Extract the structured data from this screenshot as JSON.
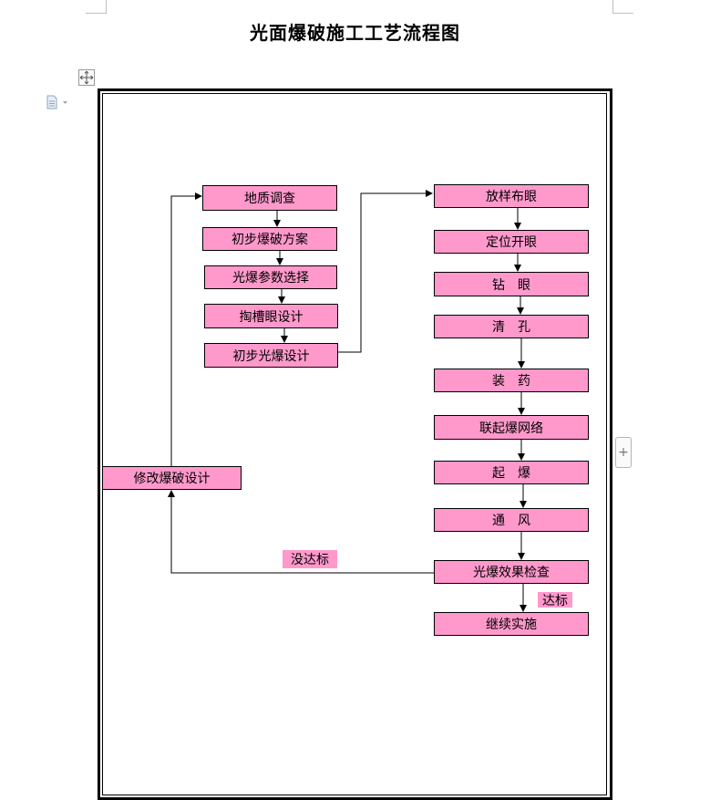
{
  "document": {
    "title": "光面爆破施工工艺流程图"
  },
  "flowchart": {
    "left_column": [
      "地质调查",
      "初步爆破方案",
      "光爆参数选择",
      "掏槽眼设计",
      "初步光爆设计"
    ],
    "revise_box": "修改爆破设计",
    "right_column": [
      "放样布眼",
      "定位开眼",
      "钻　眼",
      "清　孔",
      "装　药",
      "联起爆网络",
      "起　爆",
      "通　风",
      "光爆效果检查",
      "继续实施"
    ],
    "fail_label": "没达标",
    "pass_label": "达标",
    "box_color": "#ff99cc"
  },
  "controls": {
    "add_button_glyph": "+"
  }
}
